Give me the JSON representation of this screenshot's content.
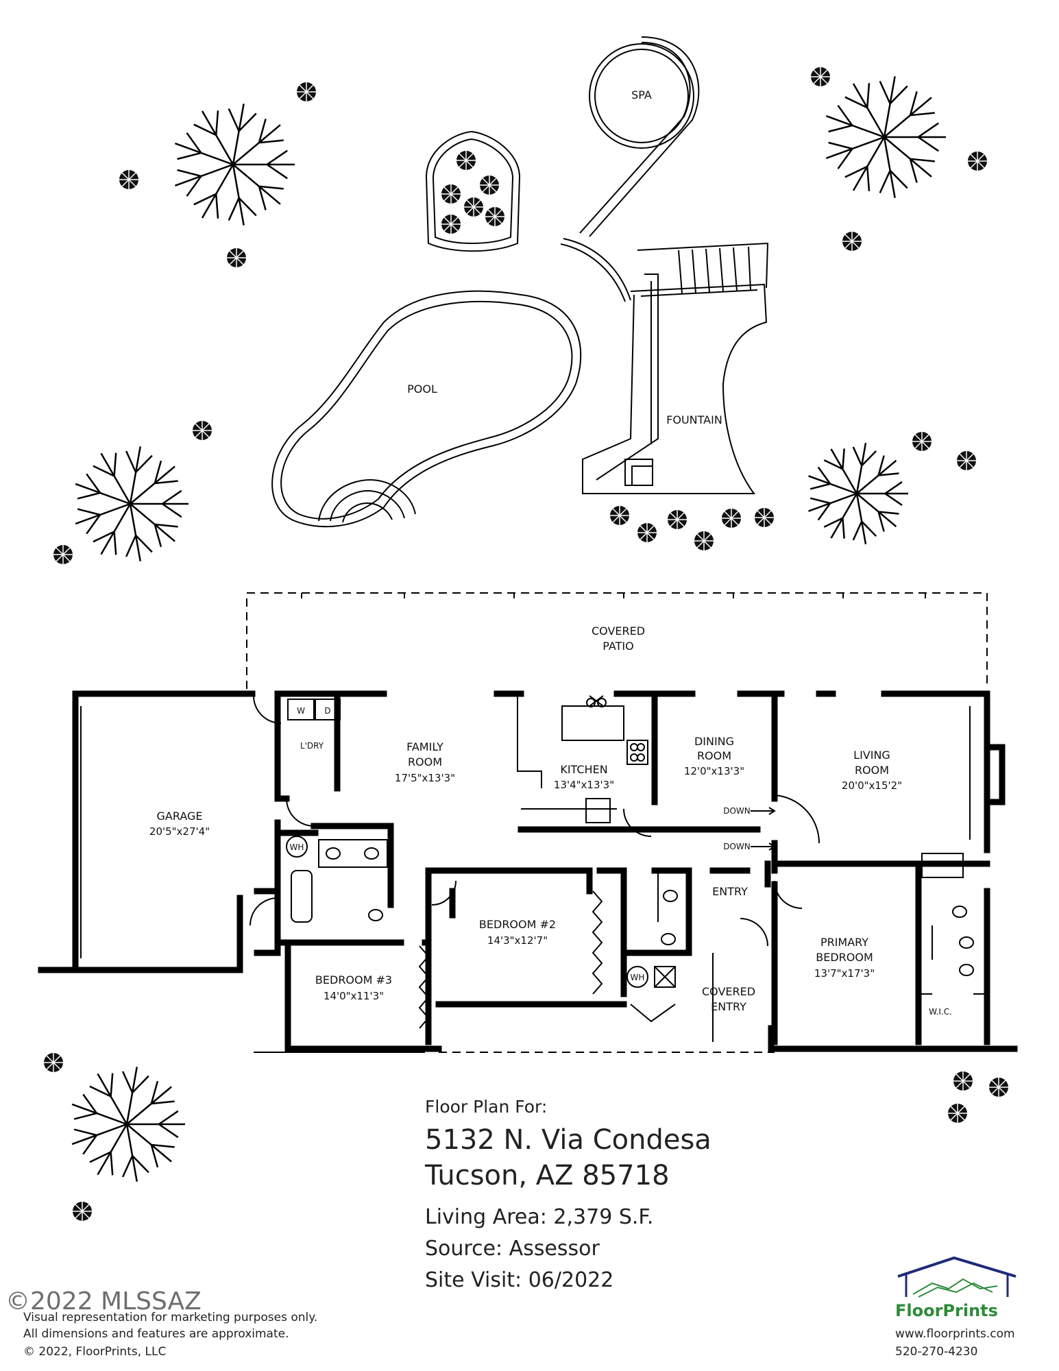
{
  "outdoor": {
    "spa": "SPA",
    "pool": "POOL",
    "fountain": "FOUNTAIN",
    "covered_patio": [
      "COVERED",
      "PATIO"
    ]
  },
  "rooms": {
    "garage": {
      "name": "GARAGE",
      "dims": "20'5\"x27'4\""
    },
    "laundry": {
      "name": "L'DRY"
    },
    "family": {
      "name": [
        "FAMILY",
        "ROOM"
      ],
      "dims": "17'5\"x13'3\""
    },
    "kitchen": {
      "name": "KITCHEN",
      "dims": "13'4\"x13'3\""
    },
    "dining": {
      "name": [
        "DINING",
        "ROOM"
      ],
      "dims": "12'0\"x13'3\""
    },
    "living": {
      "name": [
        "LIVING",
        "ROOM"
      ],
      "dims": "20'0\"x15'2\""
    },
    "bedroom2": {
      "name": "BEDROOM #2",
      "dims": "14'3\"x12'7\""
    },
    "bedroom3": {
      "name": "BEDROOM #3",
      "dims": "14'0\"x11'3\""
    },
    "primary": {
      "name": [
        "PRIMARY",
        "BEDROOM"
      ],
      "dims": "13'7\"x17'3\""
    },
    "entry": {
      "name": "ENTRY"
    },
    "covered_entry": {
      "name": [
        "COVERED",
        "ENTRY"
      ]
    },
    "wic": {
      "name": "W.I.C."
    }
  },
  "fixtures": {
    "washer": "W",
    "dryer": "D",
    "water_heater": "WH",
    "down": "DOWN"
  },
  "info": {
    "heading": "Floor Plan For:",
    "address_line1": "5132 N. Via Condesa",
    "address_line2": "Tucson, AZ  85718",
    "living_area": "Living Area:  2,379 S.F.",
    "source": "Source:  Assessor",
    "site_visit": "Site Visit:  06/2022"
  },
  "footer": {
    "watermark": "©2022 MLSSAZ",
    "disclaimer1": "Visual representation for marketing purposes only.",
    "disclaimer2": "All dimensions and features are approximate.",
    "copyright": "© 2022, FloorPrints, LLC"
  },
  "brand": {
    "name": "FloorPrints",
    "website": "www.floorprints.com",
    "phone": "520-270-4230",
    "logo_color": "#1e2a78",
    "accent_color": "#2e8b3a"
  }
}
